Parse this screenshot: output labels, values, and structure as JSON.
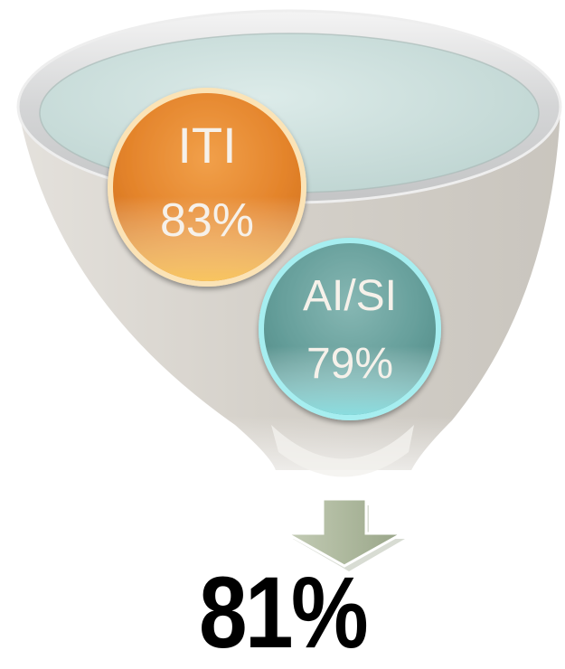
{
  "funnel": {
    "inputs": [
      {
        "label": "ITI",
        "value": "83%",
        "color": "#e98a2e"
      },
      {
        "label": "AI/SI",
        "value": "79%",
        "color": "#6aa39f"
      }
    ],
    "result": "81%",
    "colors": {
      "funnel_rim": "#d9dadb",
      "funnel_inner": "#cfe1df",
      "funnel_body": "#d6d3cc",
      "arrow": "#b7c2a8"
    }
  }
}
